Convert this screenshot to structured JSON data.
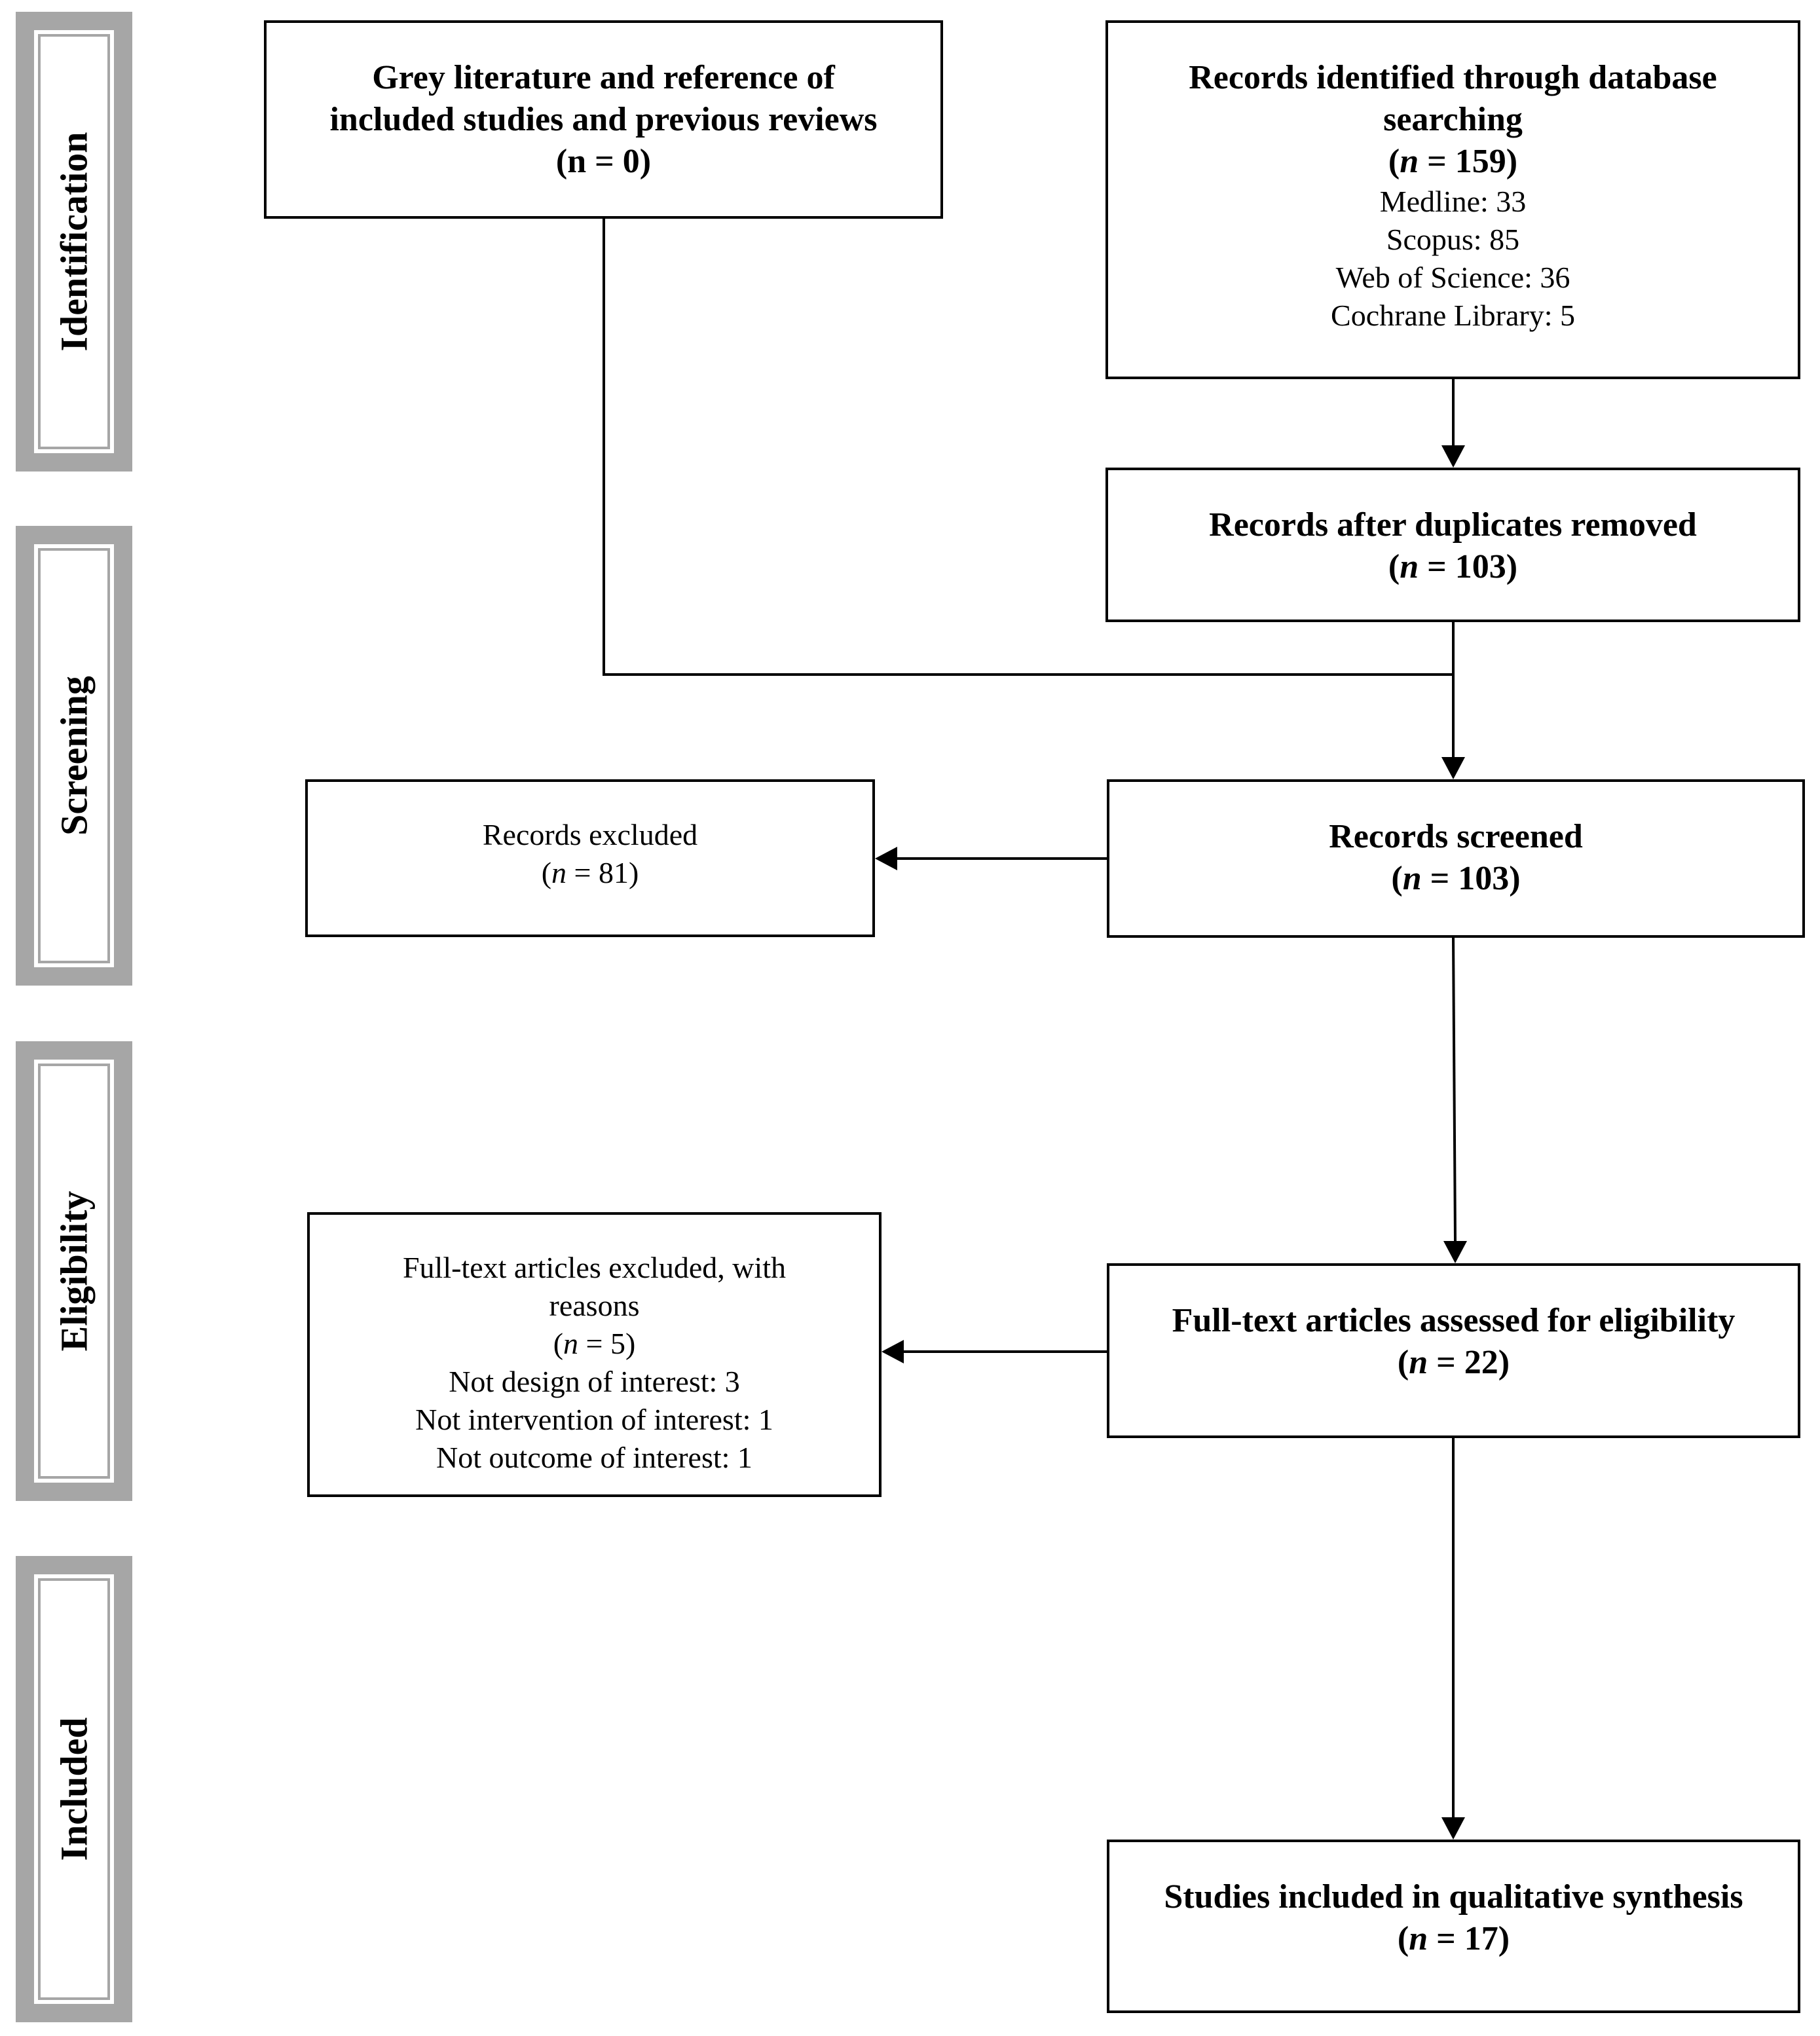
{
  "phases": [
    "Identification",
    "Screening",
    "Eligibility",
    "Included"
  ],
  "grey": {
    "line1": "Grey literature and reference of",
    "line2": "included studies and previous reviews",
    "count": "(n = 0)"
  },
  "database": {
    "line1": "Records identified through database",
    "line2": "searching",
    "n_pre": "(",
    "n_var": "n",
    "n_post": " = 159)",
    "sources": [
      "Medline: 33",
      "Scopus: 85",
      "Web of Science: 36",
      "Cochrane Library: 5"
    ]
  },
  "duplicates": {
    "title": "Records after duplicates removed",
    "n_pre": "(",
    "n_var": "n",
    "n_post": " = 103)"
  },
  "screened": {
    "title": "Records screened",
    "n_pre": "(",
    "n_var": "n",
    "n_post": " = 103)"
  },
  "excluded": {
    "title": "Records excluded",
    "n_pre": "(",
    "n_var": "n",
    "n_post": " = 81)"
  },
  "fulltext": {
    "title": "Full-text articles assessed for eligibility",
    "n_pre": "(",
    "n_var": "n",
    "n_post": " = 22)"
  },
  "fulltext_excluded": {
    "line1": "Full-text articles excluded, with",
    "line2": "reasons",
    "n_pre": "(",
    "n_var": "n",
    "n_post": " = 5)",
    "reasons": [
      "Not design of interest: 3",
      "Not intervention of interest: 1",
      "Not outcome of interest: 1"
    ]
  },
  "included": {
    "title": "Studies included in qualitative synthesis",
    "n_pre": "(",
    "n_var": "n",
    "n_post": " = 17)"
  }
}
